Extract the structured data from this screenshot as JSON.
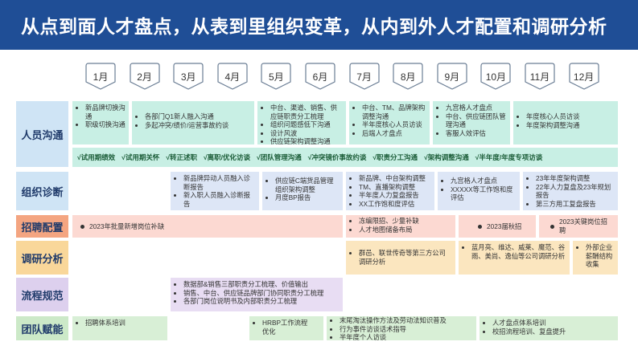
{
  "title": "从点到面人才盘点，从表到里组织变革，从内到外人才配置和调研分析",
  "months": [
    "1月",
    "2月",
    "3月",
    "4月",
    "5月",
    "6月",
    "7月",
    "8月",
    "9月",
    "10月",
    "11月",
    "12月"
  ],
  "rows": {
    "people": "人员沟通",
    "org": "组织诊断",
    "recruit": "招聘配置",
    "research": "调研分析",
    "process": "流程规范",
    "team": "团队赋能"
  },
  "people_boxes": [
    [
      "新品牌切换沟通",
      "职级切换沟通"
    ],
    [
      "各部门Q1新人融入沟通",
      "多起冲突/绩价/运营事故约谈"
    ],
    [
      "中台、渠道、销售、供应链职责分工梳理",
      "组织问题感低下沟通",
      "设计风波",
      "供应链架构调整沟通"
    ],
    [
      "中台、TM、品牌架构调整沟通",
      "半年度核心人员访谈",
      "后端人才盘点"
    ],
    [
      "九宫格人才盘点",
      "中台、供应链团队管理沟通",
      "客服人效评估"
    ],
    [
      "年度核心人员访谈",
      "年度架构调整沟通"
    ]
  ],
  "people_checks": [
    "√试用期绩效",
    "√试用期关怀",
    "√转正述职",
    "√离职/优化访谈",
    "√团队管理沟通",
    "√冲突镜价事故约谈",
    "√职责分工沟通",
    "√架构调整沟通",
    "√半年度/年度专项访谈"
  ],
  "org_boxes": [
    [
      "新品牌异动人员融入诊断报告",
      "新入职人员融入诊断报告"
    ],
    [
      "供应链C端货品管理组织架构调整",
      "月度BP报告"
    ],
    [
      "新品牌、中台架构调整",
      "TM、直播架构调整",
      "半年度人力复盘报告",
      "XX工作饱和度评估"
    ],
    [
      "九宫格人才盘点",
      "XXXXX等工作饱和度评估"
    ],
    [
      "23年年度架构调整",
      "22年人力复盘及23年规划报告",
      "第三方用工复盘报告"
    ]
  ],
  "recruit_boxes": [
    "2023年批量新增岗位补缺",
    [
      "冻编限招、少量补缺",
      "人才地图储备布局"
    ],
    "2023届秋招",
    "2023关键岗位招聘"
  ],
  "research_boxes": [
    [
      "群邑、联世传奇等第三方公司调研分析"
    ],
    [
      "蓝月亮、维达、威莱、魔范、谷雨、美尚、逸仙等公司调研分析"
    ],
    [
      "外部企业薪酬结构收集"
    ]
  ],
  "process_box": [
    "数据部&销售三部职责分工梳理、价值输出",
    "销售、中台、供应链品牌部门协同职责分工梳理",
    "各部门岗位说明书及内部职责分工梳理"
  ],
  "team_boxes": [
    [
      "招聘体系培训"
    ],
    [
      "HRBP工作流程优化"
    ],
    [
      "末尾淘汰操作方法及劳动法知识普及",
      "行为事件访谈话术指导",
      "半年度个人访谈"
    ],
    [
      "人才盘点体系培训",
      "校招流程培训、复盘提升"
    ]
  ],
  "colors": {
    "banner": "#1f4e96",
    "row_label": "#cfe4f5",
    "people": "#c8efe4",
    "org": "#dde6f6",
    "recruit": "#fcd9d2",
    "research": "#fbe6bf",
    "process": "#e8ddf3",
    "team": "#d8efd6"
  }
}
